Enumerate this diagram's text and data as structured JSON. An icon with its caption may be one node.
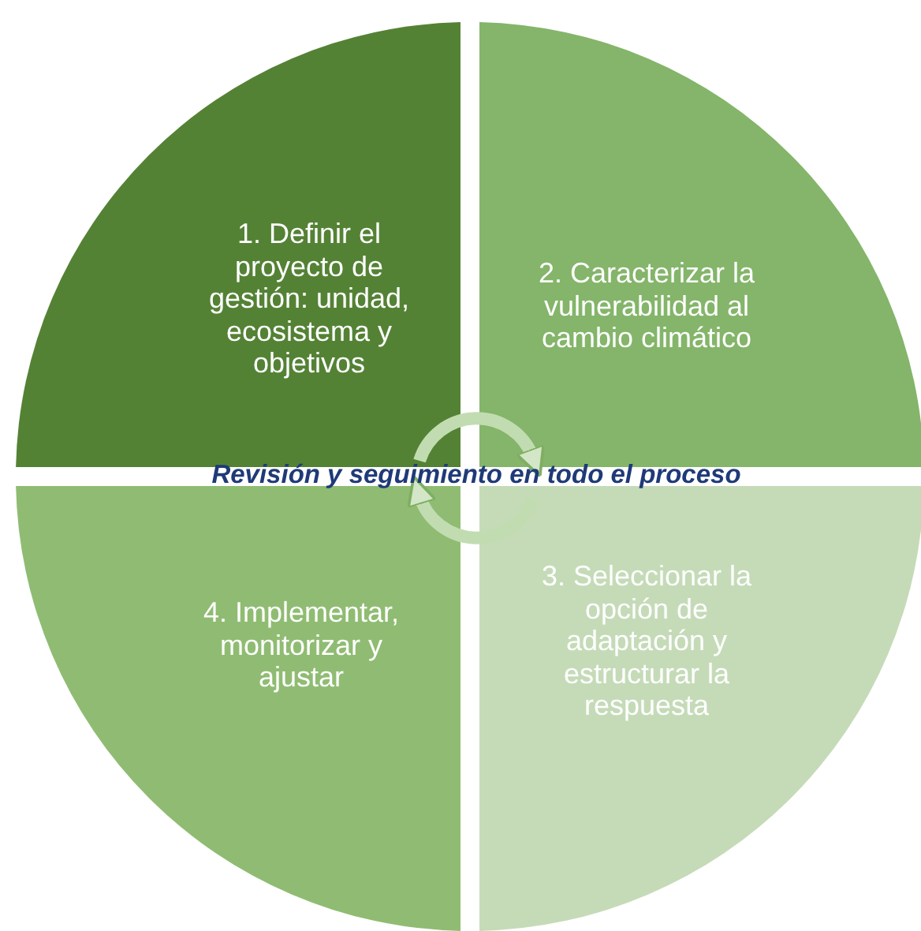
{
  "diagram": {
    "nodes": [
      {
        "text": [
          "1. Definir el proyecto de gestión: unidad, ecosistema y objetivos"
        ]
      },
      {
        "text": [
          "2. Caracterizar la vulnerabilidad al cambio climático"
        ]
      },
      {
        "text": [
          "3. Seleccionar la opción de adaptación y estructurar la respuesta"
        ]
      },
      {
        "text": [
          "4. Implementar, monitorizar y ajustar"
        ]
      }
    ],
    "edges": [
      {
        "from": 0,
        "to": 1,
        "arrow": "to"
      },
      {
        "from": 2,
        "to": 3,
        "arrow": "to"
      }
    ],
    "labels": [
      "Revisión y seguimiento en todo el proceso"
    ]
  }
}
